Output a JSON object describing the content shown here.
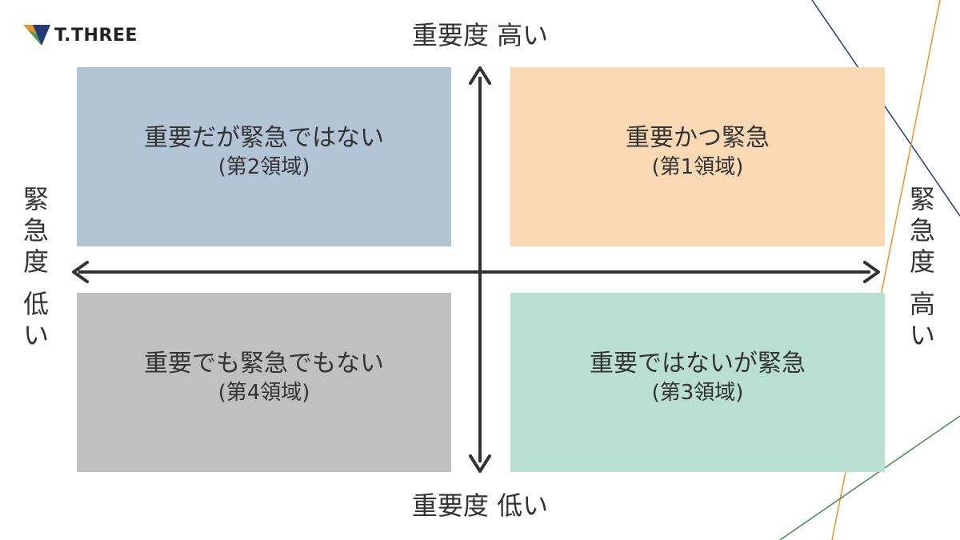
{
  "brand": {
    "name": "T.THREE",
    "colors": {
      "mark_orange": "#e8932a",
      "mark_green": "#4a9a47",
      "mark_navy": "#233a76"
    }
  },
  "axes": {
    "importance_high": "重要度 高い",
    "importance_low": "重要度 低い",
    "urgency_low": {
      "label": "緊急度 低い",
      "chars_top": [
        "緊",
        "急",
        "度"
      ],
      "chars_bottom": [
        "低",
        "い"
      ]
    },
    "urgency_high": {
      "label": "緊急度 高い",
      "chars_top": [
        "緊",
        "急",
        "度"
      ],
      "chars_bottom": [
        "高",
        "い"
      ]
    },
    "arrow_color": "#333333"
  },
  "quadrants": {
    "q1": {
      "title": "重要かつ緊急",
      "subtitle": "(第1領域)",
      "color": "#f8d9b3"
    },
    "q2": {
      "title": "重要だが緊急ではない",
      "subtitle": "(第2領域)",
      "color": "#b2c4d6"
    },
    "q3": {
      "title": "重要ではないが緊急",
      "subtitle": "(第3領域)",
      "color": "#b8dfd1"
    },
    "q4": {
      "title": "重要でも緊急でもない",
      "subtitle": "(第4領域)",
      "color": "#c0c0c0"
    }
  },
  "decoration": {
    "line_colors": [
      "#1f3b78",
      "#e8932a",
      "#3e8d45"
    ]
  }
}
